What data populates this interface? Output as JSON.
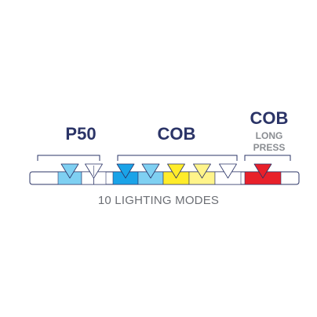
{
  "groups": {
    "p50": "P50",
    "cob": "COB",
    "cob_long": "COB",
    "long": "LONG",
    "press": "PRESS"
  },
  "caption": "10 LIGHTING MODES",
  "modes": [
    {
      "color": "#7fd0f2",
      "icon": "triangle-filled"
    },
    {
      "color": "#ffffff",
      "icon": "triangle-outline-with-stem"
    },
    {
      "color": "#1aa3e8",
      "icon": "triangle-filled"
    },
    {
      "color": "#7fd0f2",
      "icon": "triangle-filled"
    },
    {
      "color": "#ffec2a",
      "icon": "triangle-filled"
    },
    {
      "color": "#fff48a",
      "icon": "triangle-filled"
    },
    {
      "color": "#ffffff",
      "icon": "triangle-outline"
    },
    {
      "color": "#e8202a",
      "icon": "triangle-filled"
    }
  ],
  "colors": {
    "outline": "#2b3467",
    "label": "#2b3467",
    "sublabel": "#8a8d92",
    "caption": "#6c6f75"
  }
}
